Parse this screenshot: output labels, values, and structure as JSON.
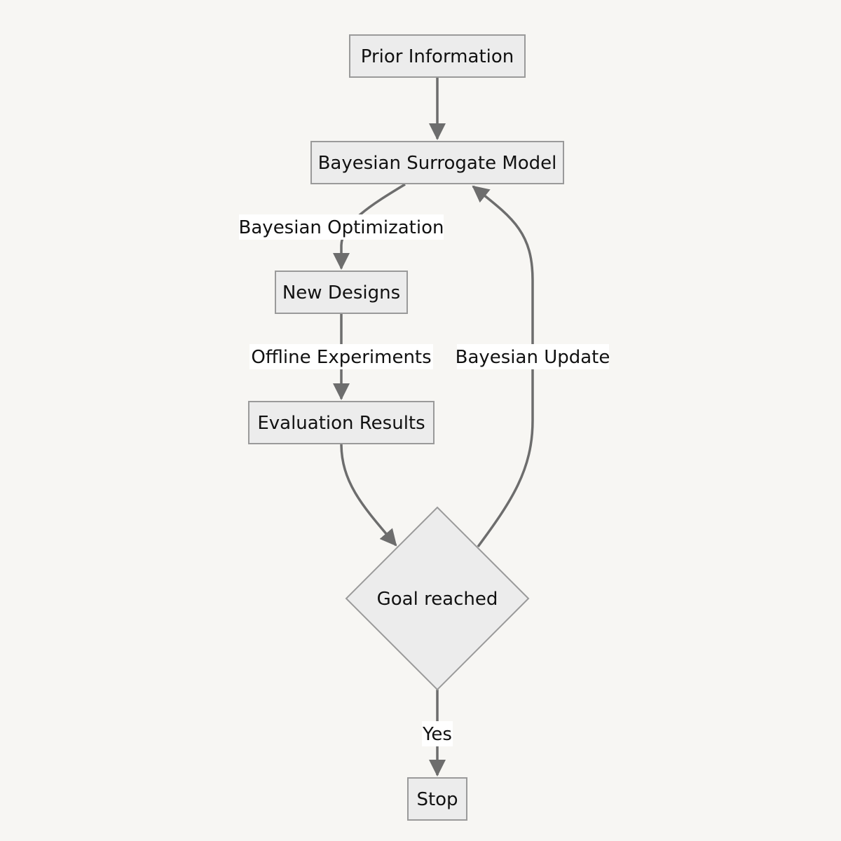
{
  "colors": {
    "background": "#f7f6f3",
    "node_fill": "#ececec",
    "node_border": "#9a9a9a",
    "edge": "#6d6d6d",
    "label_background": "#ffffff"
  },
  "nodes": {
    "prior": "Prior Information",
    "surrogate": "Bayesian Surrogate Model",
    "designs": "New Designs",
    "results": "Evaluation Results",
    "goal": "Goal reached",
    "stop": "Stop"
  },
  "edges": {
    "optimization": "Bayesian Optimization",
    "experiments": "Offline Experiments",
    "update": "Bayesian Update",
    "yes": "Yes"
  }
}
